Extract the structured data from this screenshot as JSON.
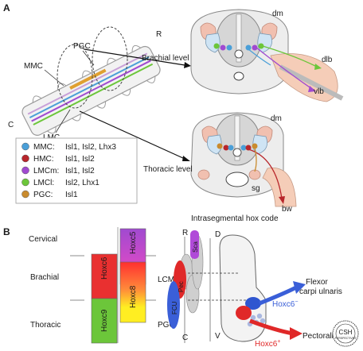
{
  "panel_a": {
    "label": "A",
    "spine_labels": {
      "r": "R",
      "c": "C",
      "pgc": "PGC",
      "mmc": "MMC",
      "lmc": "LMC"
    },
    "brachial": {
      "level_label": "Brachial level",
      "dm": "dm",
      "dlb": "dlb",
      "vlb": "vlb"
    },
    "thoracic": {
      "level_label": "Thoracic level",
      "dm": "dm",
      "sg": "sg",
      "bw": "bw"
    },
    "legend": [
      {
        "name": "MMC:",
        "genes": "Isl1, Isl2, Lhx3",
        "color": "#4a9fd8"
      },
      {
        "name": "HMC:",
        "genes": "Isl1, Isl2",
        "color": "#b8262b"
      },
      {
        "name": "LMCm:",
        "genes": "Isl1, Isl2",
        "color": "#a04ad0"
      },
      {
        "name": "LMCl:",
        "genes": "Isl2, Lhx1",
        "color": "#6cc63a"
      },
      {
        "name": "PGC:",
        "genes": "Isl1",
        "color": "#c98b2e"
      }
    ]
  },
  "panel_b": {
    "label": "B",
    "title": "Intrasegmental hox code",
    "levels": {
      "cervical": "Cervical",
      "brachial": "Brachial",
      "thoracic": "Thoracic"
    },
    "hox_bars": {
      "hoxc6": "Hoxc6",
      "hoxc9": "Hoxc9",
      "hoxc5": "Hoxc5",
      "hoxc8": "Hoxc8"
    },
    "columns": {
      "lcm": "LCM",
      "pgc": "PGC"
    },
    "axis": {
      "r": "R",
      "c": "C",
      "d": "D",
      "v": "V"
    },
    "pools": {
      "sca": "Sca",
      "pec": "Pec",
      "fcu": "FCU"
    },
    "targets": {
      "flexor": "Flexor\ncarpi ulnaris",
      "flexor_l1": "Flexor",
      "flexor_l2": "carpi ulnaris",
      "pectoralis": "Pectoralis"
    },
    "hox_states": {
      "neg": "Hoxc6",
      "neg_sup": "−",
      "pos": "Hoxc6",
      "pos_sup": "+"
    }
  },
  "logo": {
    "l1": "CSH",
    "l2": "PERSPECTIVES"
  }
}
